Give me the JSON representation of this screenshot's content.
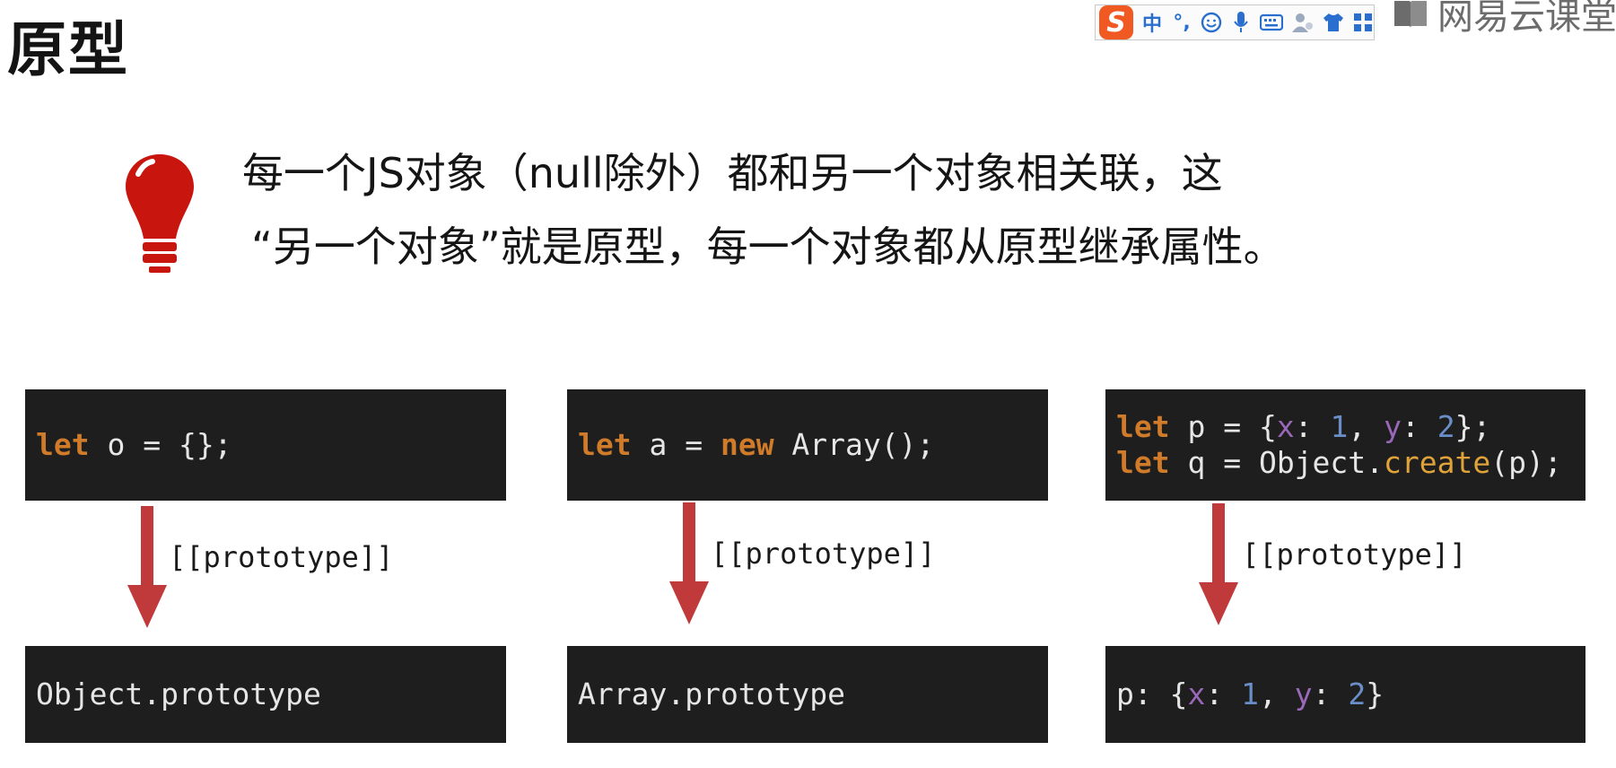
{
  "slide": {
    "title": "原型",
    "description_line1": "每一个JS对象（null除外）都和另一个对象相关联，这",
    "description_line2": "“另一个对象”就是原型，每一个对象都从原型继承属性。",
    "prototype_label": "[[prototype]]"
  },
  "ime_toolbar": {
    "logo": "S",
    "items": [
      "中",
      "°,",
      "☺",
      "mic",
      "keyboard",
      "user",
      "shirt",
      "grid"
    ]
  },
  "watermark": {
    "text": "网易云课堂"
  },
  "examples": [
    {
      "code": [
        [
          {
            "t": "let",
            "c": "kw"
          },
          {
            "t": " o = {};",
            "c": ""
          }
        ]
      ],
      "result": [
        {
          "t": "Object.prototype",
          "c": ""
        }
      ]
    },
    {
      "code": [
        [
          {
            "t": "let",
            "c": "kw"
          },
          {
            "t": " a = ",
            "c": ""
          },
          {
            "t": "new",
            "c": "kw"
          },
          {
            "t": " Array();",
            "c": ""
          }
        ]
      ],
      "result": [
        {
          "t": "Array.prototype",
          "c": ""
        }
      ]
    },
    {
      "code": [
        [
          {
            "t": "let",
            "c": "kw"
          },
          {
            "t": " p = {",
            "c": ""
          },
          {
            "t": "x",
            "c": "prop"
          },
          {
            "t": ": ",
            "c": ""
          },
          {
            "t": "1",
            "c": "num"
          },
          {
            "t": ", ",
            "c": ""
          },
          {
            "t": "y",
            "c": "prop"
          },
          {
            "t": ": ",
            "c": ""
          },
          {
            "t": "2",
            "c": "num"
          },
          {
            "t": "};",
            "c": ""
          }
        ],
        [
          {
            "t": "let",
            "c": "kw"
          },
          {
            "t": " q = Object.",
            "c": ""
          },
          {
            "t": "create",
            "c": "fn"
          },
          {
            "t": "(p);",
            "c": ""
          }
        ]
      ],
      "result": [
        {
          "t": "p: {",
          "c": ""
        },
        {
          "t": "x",
          "c": "prop"
        },
        {
          "t": ": ",
          "c": ""
        },
        {
          "t": "1",
          "c": "num"
        },
        {
          "t": ", ",
          "c": ""
        },
        {
          "t": "y",
          "c": "prop"
        },
        {
          "t": ": ",
          "c": ""
        },
        {
          "t": "2",
          "c": "num"
        },
        {
          "t": "}",
          "c": ""
        }
      ]
    }
  ],
  "colors": {
    "code_bg": "#1e1e1e",
    "keyword": "#d07b2a",
    "arrow": "#c0393b",
    "bulb": "#c8150e"
  }
}
